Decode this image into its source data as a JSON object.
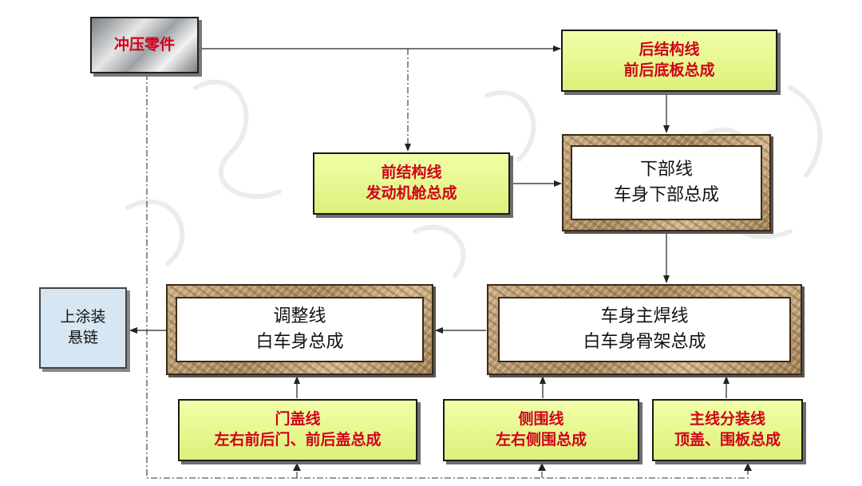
{
  "nodes": {
    "stamping": "冲压零件",
    "rear": [
      "后结构线",
      "前后底板总成"
    ],
    "front": [
      "前结构线",
      "发动机舱总成"
    ],
    "lower": [
      "下部线",
      "车身下部总成"
    ],
    "main_weld": [
      "车身主焊线",
      "白车身骨架总成"
    ],
    "adjust": [
      "调整线",
      "白车身总成"
    ],
    "paint": [
      "上涂装",
      "悬链"
    ],
    "door": [
      "门盖线",
      "左右前后门、前后盖总成"
    ],
    "side": [
      "侧围线",
      "左右侧围总成"
    ],
    "roof": [
      "主线分装线",
      "顶盖、围板总成"
    ]
  },
  "colors": {
    "red_text": "#d0021b",
    "yellow_fill": "#e6f58c",
    "paint_fill": "#d6e6f3",
    "wood_frame": "#b8966a",
    "line": "#222222"
  }
}
